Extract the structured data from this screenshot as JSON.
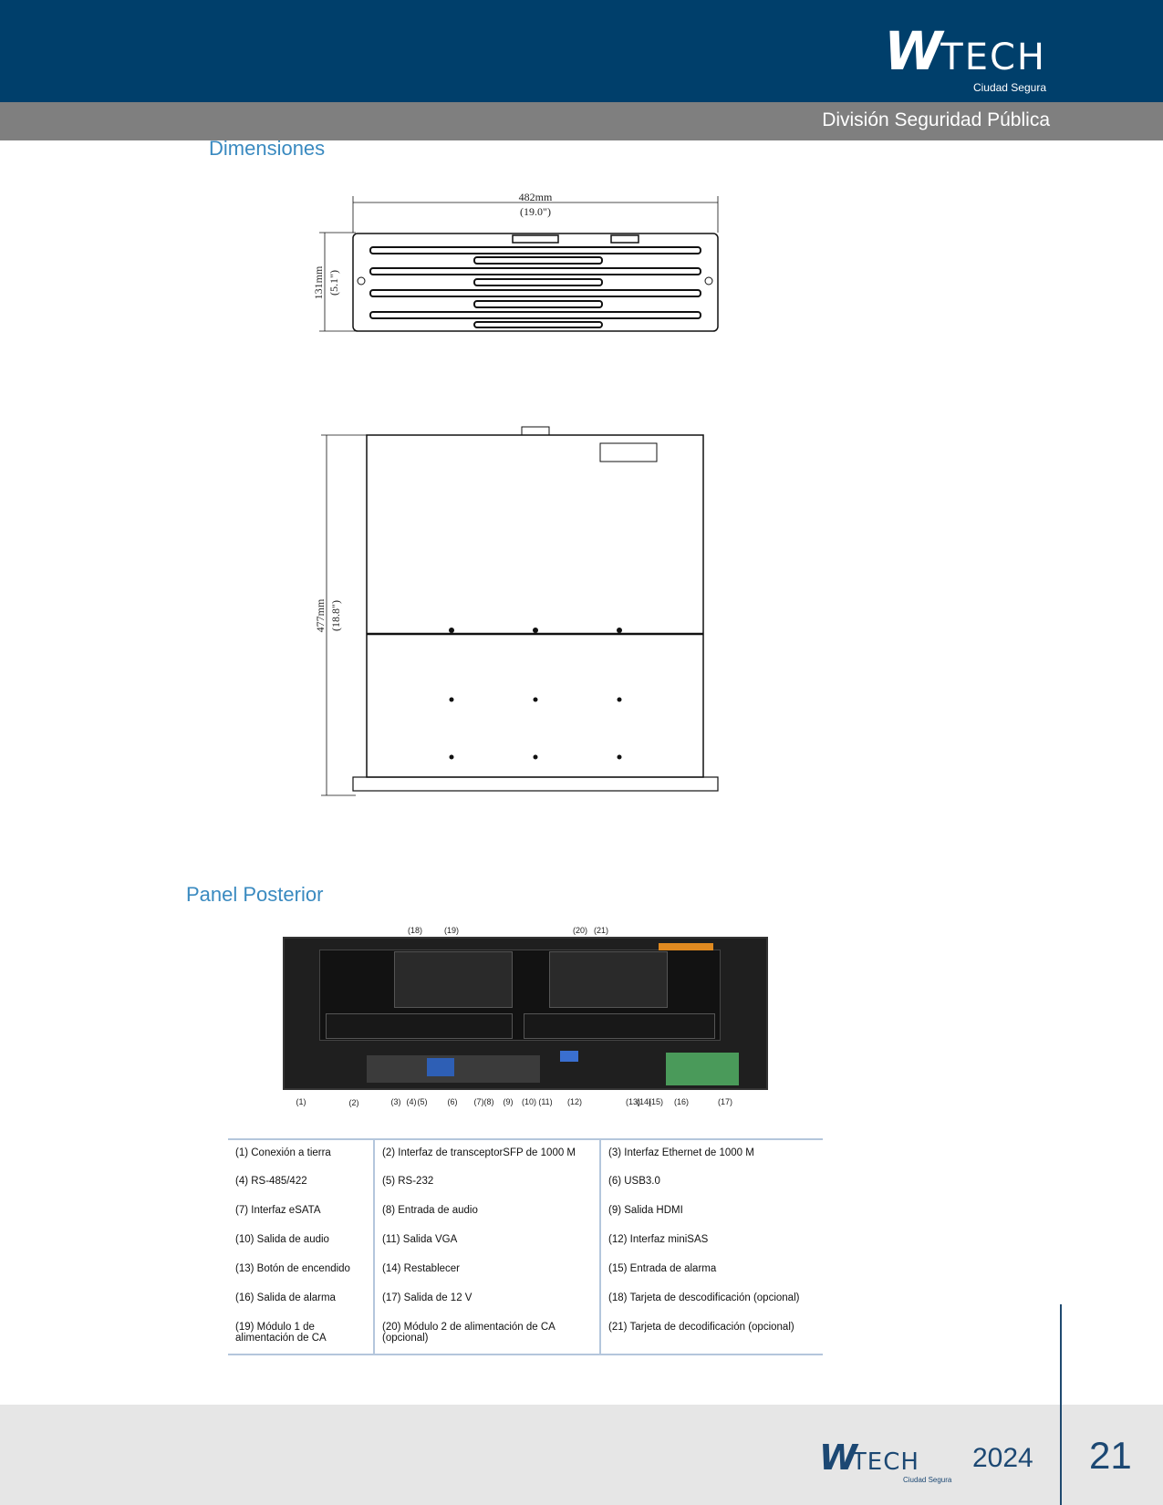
{
  "header": {
    "brand": "WTECH",
    "brand_w": "W",
    "brand_tech": "TECH",
    "tagline": "Ciudad Segura",
    "division": "División Seguridad Pública"
  },
  "sections": {
    "dimensions": "Dimensiones",
    "rear_panel": "Panel Posterior"
  },
  "drawings": {
    "width_mm": "482mm",
    "width_in": "(19.0\")",
    "height_mm": "131mm",
    "height_in": "(5.1\")",
    "depth_mm": "477mm",
    "depth_in": "(18.8\")"
  },
  "callouts": {
    "bottom": [
      "(1)",
      "(2)",
      "(3)",
      "(4)",
      "(5)",
      "(6)",
      "(7)",
      "(8)",
      "(9)",
      "(10)",
      "(11)",
      "(12)",
      "(13)",
      "(14)",
      "(15)",
      "(16)",
      "(17)"
    ],
    "top": [
      "(18)",
      "(19)",
      "(20)",
      "(21)"
    ]
  },
  "table": [
    [
      "(1) Conexión a tierra",
      "(2) Interfaz de transceptorSFP de 1000 M",
      "(3) Interfaz Ethernet de 1000 M"
    ],
    [
      "(4) RS-485/422",
      "(5) RS-232",
      "(6) USB3.0"
    ],
    [
      "(7) Interfaz eSATA",
      "(8) Entrada de audio",
      "(9) Salida HDMI"
    ],
    [
      "(10) Salida de audio",
      "(11) Salida VGA",
      "(12) Interfaz miniSAS"
    ],
    [
      "(13) Botón de encendido",
      "(14) Restablecer",
      "(15) Entrada de alarma"
    ],
    [
      "(16) Salida de alarma",
      "(17) Salida de 12 V",
      "(18) Tarjeta de descodificación (opcional)"
    ],
    [
      "(19) Módulo 1 de alimentación de CA",
      "(20) Módulo 2 de alimentación de CA (opcional)",
      "(21) Tarjeta de decodificación (opcional)"
    ]
  ],
  "footer": {
    "year": "2024",
    "page": "21"
  }
}
